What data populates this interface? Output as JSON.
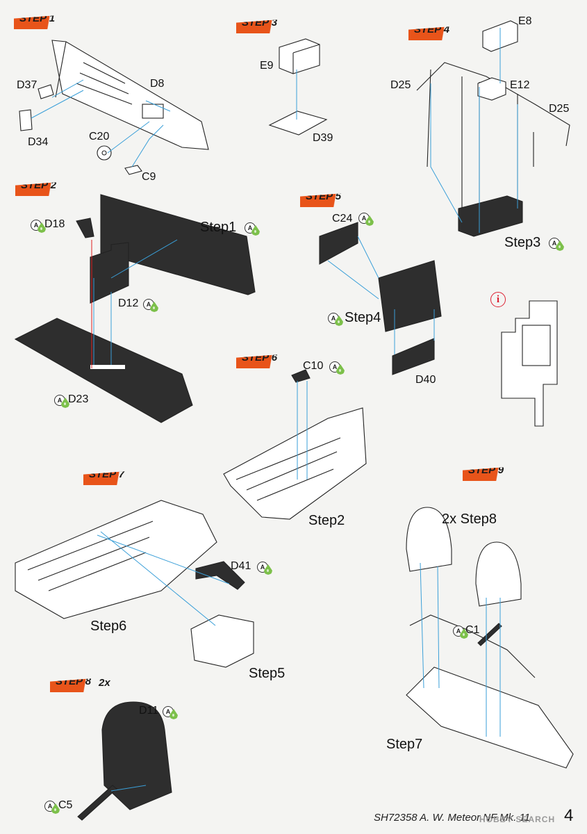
{
  "steps": [
    {
      "label": "STEP 1"
    },
    {
      "label": "STEP 2"
    },
    {
      "label": "STEP 3"
    },
    {
      "label": "STEP 4"
    },
    {
      "label": "STEP 5"
    },
    {
      "label": "STEP 6"
    },
    {
      "label": "STEP 7"
    },
    {
      "label": "STEP 8",
      "multiplier": "2x"
    },
    {
      "label": "STEP 9"
    }
  ],
  "parts": {
    "d37": "D37",
    "d8": "D8",
    "d34": "D34",
    "c20": "C20",
    "c9": "C9",
    "e9": "E9",
    "d39": "D39",
    "e8": "E8",
    "d25a": "D25",
    "e12": "E12",
    "d25b": "D25",
    "d18": "D18",
    "d12": "D12",
    "d23": "D23",
    "c24": "C24",
    "d40": "D40",
    "c10": "C10",
    "d41": "D41",
    "d11": "D11",
    "c5": "C5",
    "c1": "C1"
  },
  "refs": {
    "step1": "Step1",
    "step3": "Step3",
    "step4": "Step4",
    "step2": "Step2",
    "step6": "Step6",
    "step5": "Step5",
    "step8x2": "2x Step8",
    "step7": "Step7"
  },
  "paint_mark": "A",
  "info_mark": "i",
  "footer": {
    "kit": "SH72358 A. W. Meteor NF Mk. 11",
    "page": "4",
    "watermark": "HOBBY SEARCH"
  },
  "colors": {
    "banner": "#e8541a",
    "paint_drop": "#7cc04a",
    "guide_line": "#3a9fd8",
    "alignment_line": "#e02020",
    "part_fill": "#2e2e2e"
  }
}
